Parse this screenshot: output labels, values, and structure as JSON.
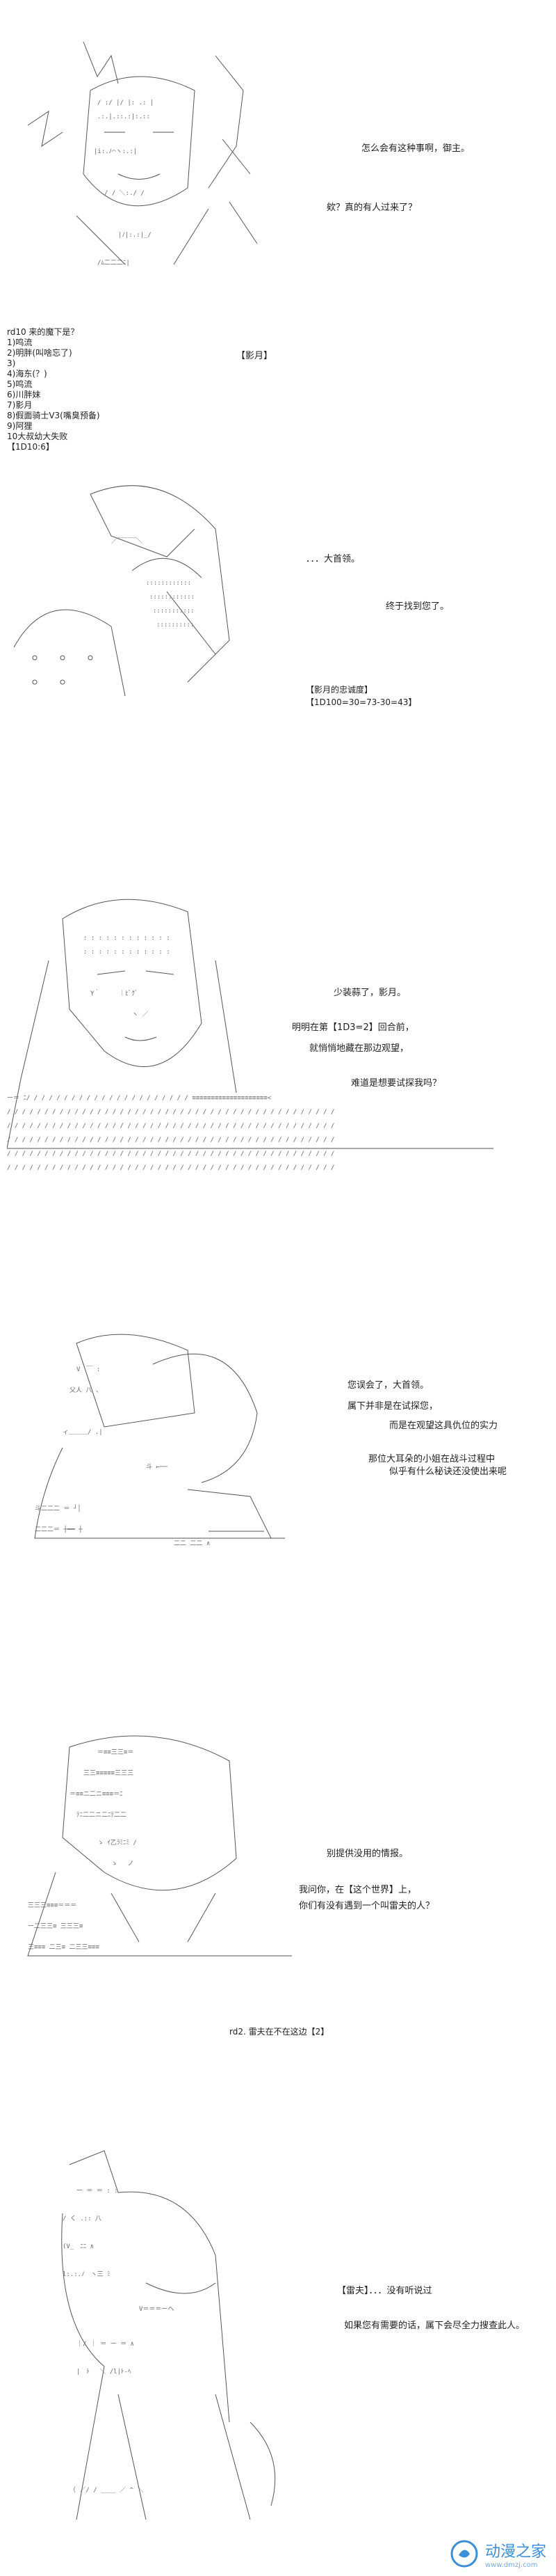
{
  "panel1": {
    "lines": [
      "怎么会有这种事啊，御主。",
      "欸？真的有人过来了？"
    ],
    "roll_list": [
      "rd10  来的魔下是？",
      "1)鸣流",
      "2)明胖(叫啥忘了)",
      "3)",
      "4)海东(？)",
      "5)鸣流",
      "6)川胖妹",
      "7)影月",
      "8)假面骑士V3(嘴臭预备)",
      "9)阿狸",
      "10大叔幼大失败"
    ],
    "roll_result": "【1D10:6】",
    "result_name": "【影月】"
  },
  "panel2": {
    "lines": [
      "．．．大首领。",
      "终于找到您了。"
    ],
    "loyalty_label": "【影月的忠诚度】",
    "loyalty_roll": "【1D100=30=73-30=43】"
  },
  "panel3": {
    "lines": [
      "少装蒜了，影月。",
      "明明在第【1D3=2】回合前，",
      "就悄悄地藏在那边观望，",
      "难道是想要试探我吗？"
    ]
  },
  "panel4": {
    "lines": [
      "您误会了，大首领。",
      "属下并非是在试探您，",
      "而是在观望这具仇位的实力",
      "那位大耳朵的小姐在战斗过程中",
      "似乎有什么秘诀还没使出来呢"
    ]
  },
  "panel5": {
    "lines": [
      "别提供没用的情报。",
      "我问你，在【这个世界】上，",
      "你们有没有遇到一个叫雷夫的人？"
    ],
    "roll_line": "rd2. 雷夫在不在这边【2】"
  },
  "panel6": {
    "lines": [
      "【雷夫】．．．没有听说过",
      "如果您有需要的话，属下会尽全力搜查此人。"
    ]
  },
  "watermark": {
    "text": "动漫之家",
    "url": "www.dmzj.com",
    "color": "#3c8fd6"
  }
}
